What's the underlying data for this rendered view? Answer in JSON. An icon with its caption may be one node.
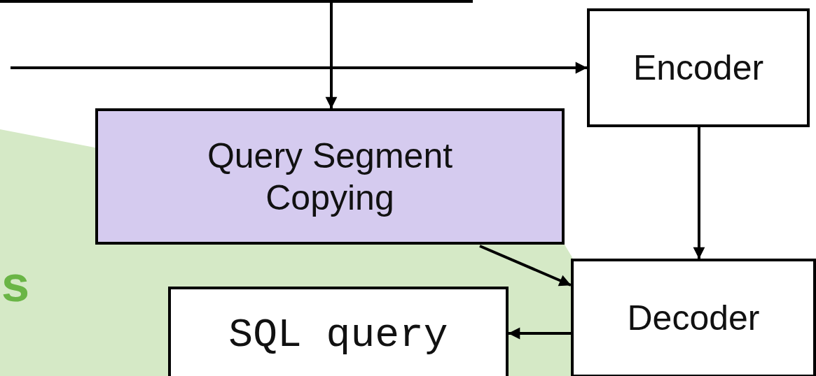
{
  "diagram": {
    "nodes": [
      {
        "text": [
          "Encoder"
        ]
      },
      {
        "text": [
          "Query Segment Copying"
        ]
      },
      {
        "text": [
          "Decoder"
        ]
      },
      {
        "text": [
          "SQL query"
        ]
      }
    ],
    "edges": [
      {
        "from": null,
        "to": 1,
        "arrow": "to"
      },
      {
        "from": null,
        "to": 0,
        "arrow": "to"
      },
      {
        "from": 0,
        "to": 2,
        "arrow": "to"
      },
      {
        "from": 1,
        "to": 2,
        "arrow": "to"
      },
      {
        "from": 2,
        "to": 3,
        "arrow": "to"
      }
    ],
    "labels": [
      "s"
    ]
  }
}
